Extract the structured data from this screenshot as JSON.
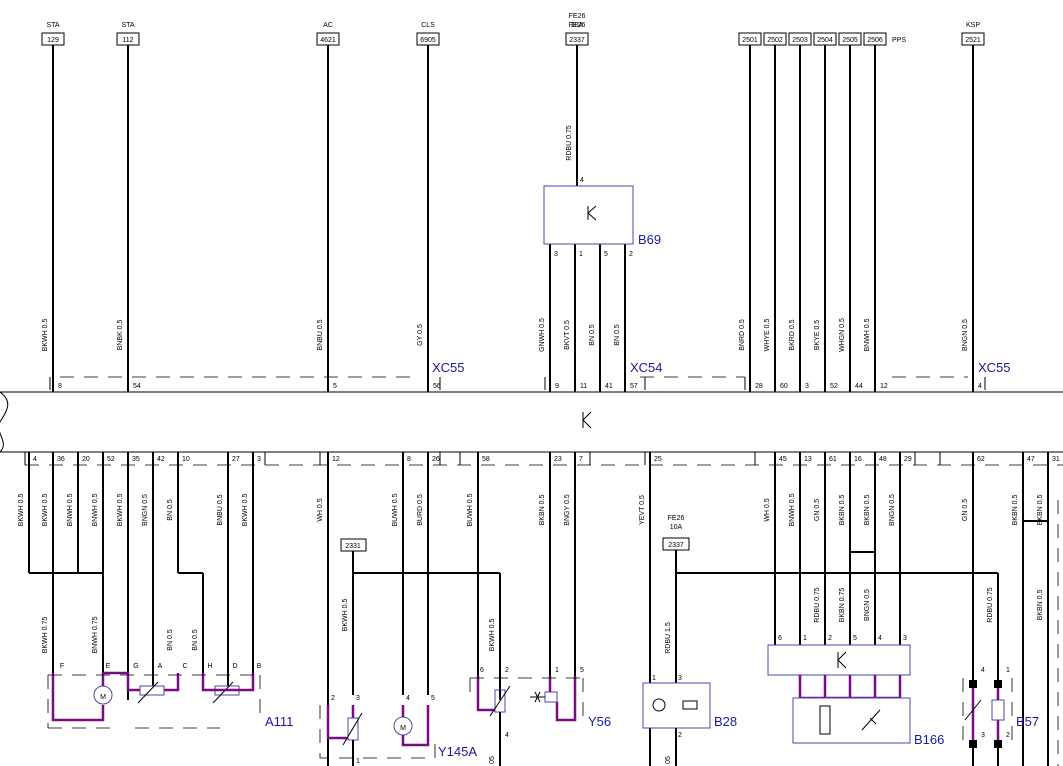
{
  "top_terminals": [
    {
      "signal": "STA",
      "id": "129"
    },
    {
      "signal": "STA",
      "id": "112"
    },
    {
      "signal": "AC",
      "id": "4621"
    },
    {
      "signal": "CLS",
      "id": "6905"
    },
    {
      "signal": "FE26",
      "rating": "10A",
      "id": "2337"
    },
    {
      "signal": "",
      "id": "2501"
    },
    {
      "signal": "",
      "id": "2502"
    },
    {
      "signal": "",
      "id": "2503"
    },
    {
      "signal": "",
      "id": "2504"
    },
    {
      "signal": "",
      "id": "2505"
    },
    {
      "signal": "PPS",
      "id": "2506"
    },
    {
      "signal": "KSP",
      "id": "2521"
    }
  ],
  "upper_wires": [
    {
      "code": "BKWH 0.5",
      "pin": "8"
    },
    {
      "code": "BNBK 0.5",
      "pin": "54"
    },
    {
      "code": "BNBU 0.5",
      "pin": "5"
    },
    {
      "code": "GY 0.5",
      "pin": "56"
    },
    {
      "code": "GNWH 0.5",
      "pin": "9"
    },
    {
      "code": "BKVT 0.5",
      "pin": "11"
    },
    {
      "code": "BN 0.5",
      "pin": "41"
    },
    {
      "code": "BN 0.5",
      "pin": "57"
    },
    {
      "code": "BNRD 0.5",
      "pin": "28"
    },
    {
      "code": "WHYE 0.5",
      "pin": "60"
    },
    {
      "code": "BKRD 0.5",
      "pin": "3"
    },
    {
      "code": "BKYE 0.5",
      "pin": "52"
    },
    {
      "code": "WHGN 0.5",
      "pin": "44"
    },
    {
      "code": "BNWH 0.5",
      "pin": "12"
    },
    {
      "code": "BNGN 0.5",
      "pin": "4"
    }
  ],
  "b69": {
    "label": "B69",
    "wire_in": "RDBU 0.75",
    "pin_in": "4",
    "pins_out": [
      "3",
      "1",
      "5",
      "2"
    ]
  },
  "connectors": {
    "xc55_a": "XC55",
    "xc54": "XC54",
    "xc55_b": "XC55"
  },
  "lower_pins": [
    "4",
    "36",
    "20",
    "52",
    "35",
    "42",
    "10",
    "27",
    "3",
    "12",
    "8",
    "26",
    "58",
    "23",
    "7",
    "25",
    "45",
    "13",
    "61",
    "16",
    "48",
    "29",
    "62",
    "47",
    "31"
  ],
  "lower_wires": [
    {
      "code": "BKWH 0.5"
    },
    {
      "code": "BKWH 0.5"
    },
    {
      "code": "BNWH 0.5"
    },
    {
      "code": "BNWH 0.5"
    },
    {
      "code": "BKWH 0.5"
    },
    {
      "code": "BNGN 0.5"
    },
    {
      "code": "BN 0.5"
    },
    {
      "code": "BNBU 0.5"
    },
    {
      "code": "BKWH 0.5"
    },
    {
      "code": "WH 0.5"
    },
    {
      "code": "BUWH 0.5"
    },
    {
      "code": "BURD 0.5"
    },
    {
      "code": "BUWH 0.5"
    },
    {
      "code": "BKBN 0.5"
    },
    {
      "code": "BNGY 0.5"
    },
    {
      "code": "YEVT 0.5"
    },
    {
      "code": "WH 0.5"
    },
    {
      "code": "BNWH 0.5"
    },
    {
      "code": "GN 0.5"
    },
    {
      "code": "BKBN 0.5"
    },
    {
      "code": "BKBN 0.5"
    },
    {
      "code": "BNGN 0.5"
    },
    {
      "code": "GN 0.5"
    },
    {
      "code": "BKBN 0.5"
    },
    {
      "code": "BKBN 0.5"
    }
  ],
  "splice": {
    "id": "2331"
  },
  "fuse_lower": {
    "signal": "FE26",
    "rating": "10A",
    "id": "2337"
  },
  "mid_wires": [
    {
      "code": "BKWH 0.75"
    },
    {
      "code": "BNWH 0.75"
    },
    {
      "code": "BN 0.5"
    },
    {
      "code": "BN 0.5"
    },
    {
      "code": "BKWH 0.5"
    },
    {
      "code": "BKWH 0.5"
    },
    {
      "code": "RDBU 1.5"
    },
    {
      "code": "RDBU 0.75"
    },
    {
      "code": "BKBN 0.75"
    },
    {
      "code": "BNGN 0.5"
    },
    {
      "code": "RDBU 0.75"
    },
    {
      "code": "BKBN 0.5"
    }
  ],
  "a111": {
    "label": "A111",
    "pins": [
      "F",
      "E",
      "G",
      "A",
      "C",
      "H",
      "D",
      "B"
    ],
    "motor": "M"
  },
  "y145a": {
    "label": "Y145A",
    "pins": [
      "2",
      "3",
      "4",
      "5",
      "1"
    ],
    "motor": "M"
  },
  "y56": {
    "label": "Y56",
    "pins": [
      "6",
      "2",
      "1",
      "5",
      "4"
    ]
  },
  "b28": {
    "label": "B28",
    "pins": [
      "1",
      "3",
      "2"
    ]
  },
  "b166": {
    "label": "B166",
    "pins": [
      "6",
      "1",
      "2",
      "5",
      "4",
      "3"
    ]
  },
  "b57": {
    "label": "B57",
    "pins": [
      "4",
      "1",
      "3",
      "2"
    ]
  },
  "bottom_cut": "05"
}
